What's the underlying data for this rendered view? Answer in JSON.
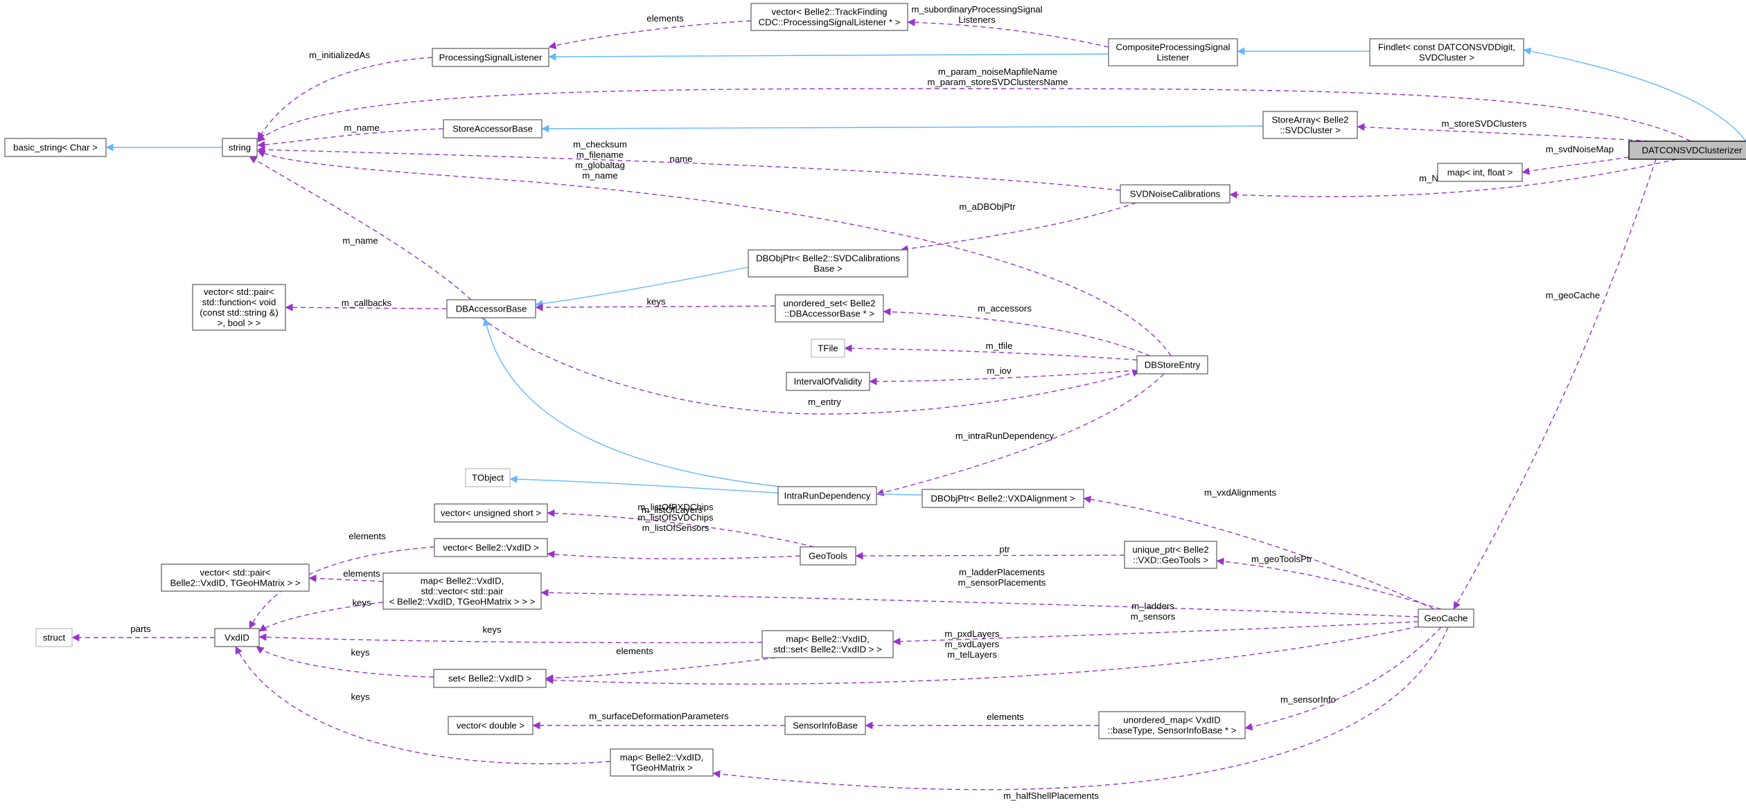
{
  "colors": {
    "inheritance_edge": "#63b8ff",
    "usage_edge": "#9a32cd",
    "root_fill": "#bfbfbf",
    "node_border": "#666666",
    "external_node_border": "#bfbfbf"
  },
  "nodes": [
    {
      "id": "datcon",
      "label": [
        "DATCONSVDClusterizer"
      ],
      "kind": "root"
    },
    {
      "id": "findlet",
      "label": [
        "Findlet< const DATCONSVDDigit,",
        "SVDCluster >"
      ]
    },
    {
      "id": "composite",
      "label": [
        "CompositeProcessingSignal",
        "Listener"
      ]
    },
    {
      "id": "vecsl",
      "label": [
        "vector< Belle2::TrackFinding",
        "CDC::ProcessingSignalListener * >"
      ]
    },
    {
      "id": "psl",
      "label": [
        "ProcessingSignalListener"
      ]
    },
    {
      "id": "basicstr",
      "label": [
        "basic_string< Char >"
      ]
    },
    {
      "id": "string",
      "label": [
        "string"
      ]
    },
    {
      "id": "sab",
      "label": [
        "StoreAccessorBase"
      ]
    },
    {
      "id": "storearr",
      "label": [
        "StoreArray< Belle2",
        "::SVDCluster >"
      ]
    },
    {
      "id": "mapif",
      "label": [
        "map< int, float >"
      ]
    },
    {
      "id": "svdnoise",
      "label": [
        "SVDNoiseCalibrations"
      ]
    },
    {
      "id": "dbobjcal",
      "label": [
        "DBObjPtr< Belle2::SVDCalibrations",
        "Base >"
      ]
    },
    {
      "id": "vecpair",
      "label": [
        "vector< std::pair<",
        "std::function< void",
        "(const std::string &)",
        ">, bool > >"
      ]
    },
    {
      "id": "dbab",
      "label": [
        "DBAccessorBase"
      ]
    },
    {
      "id": "uoset",
      "label": [
        "unordered_set< Belle2",
        "::DBAccessorBase * >"
      ]
    },
    {
      "id": "tfile",
      "label": [
        "TFile"
      ],
      "kind": "ext"
    },
    {
      "id": "dbse",
      "label": [
        "DBStoreEntry"
      ]
    },
    {
      "id": "iov",
      "label": [
        "IntervalOfValidity"
      ]
    },
    {
      "id": "tobject",
      "label": [
        "TObject"
      ],
      "kind": "ext"
    },
    {
      "id": "ird",
      "label": [
        "IntraRunDependency"
      ]
    },
    {
      "id": "dbobjvxd",
      "label": [
        "DBObjPtr< Belle2::VXDAlignment >"
      ]
    },
    {
      "id": "vecus",
      "label": [
        "vector< unsigned short >"
      ]
    },
    {
      "id": "vecvxd",
      "label": [
        "vector< Belle2::VxdID >"
      ]
    },
    {
      "id": "geotools",
      "label": [
        "GeoTools"
      ]
    },
    {
      "id": "uptr",
      "label": [
        "unique_ptr< Belle2",
        "::VXD::GeoTools >"
      ]
    },
    {
      "id": "vecpairvxd",
      "label": [
        "vector< std::pair<",
        "Belle2::VxdID, TGeoHMatrix > >"
      ]
    },
    {
      "id": "mapvecpair",
      "label": [
        "map< Belle2::VxdID,",
        "std::vector< std::pair",
        "< Belle2::VxdID, TGeoHMatrix > > >"
      ]
    },
    {
      "id": "struct",
      "label": [
        "struct"
      ],
      "kind": "ext"
    },
    {
      "id": "vxdid",
      "label": [
        "VxdID"
      ]
    },
    {
      "id": "mapset",
      "label": [
        "map< Belle2::VxdID,",
        "std::set< Belle2::VxdID > >"
      ]
    },
    {
      "id": "setvxd",
      "label": [
        "set< Belle2::VxdID >"
      ]
    },
    {
      "id": "geocache",
      "label": [
        "GeoCache"
      ]
    },
    {
      "id": "vecdbl",
      "label": [
        "vector< double >"
      ]
    },
    {
      "id": "sib",
      "label": [
        "SensorInfoBase"
      ]
    },
    {
      "id": "uomap",
      "label": [
        "unordered_map< VxdID",
        "::baseType, SensorInfoBase * >"
      ]
    },
    {
      "id": "mapgeo",
      "label": [
        "map< Belle2::VxdID,",
        "TGeoHMatrix >"
      ]
    }
  ],
  "edges": [
    {
      "from": "datcon",
      "to": "findlet",
      "type": "inheritance",
      "label": []
    },
    {
      "from": "findlet",
      "to": "composite",
      "type": "inheritance",
      "label": []
    },
    {
      "from": "composite",
      "to": "psl",
      "type": "inheritance",
      "label": []
    },
    {
      "from": "composite",
      "to": "vecsl",
      "type": "usage",
      "label": [
        "m_subordinaryProcessingSignal",
        "Listeners"
      ]
    },
    {
      "from": "vecsl",
      "to": "psl",
      "type": "usage",
      "label": [
        "elements"
      ]
    },
    {
      "from": "psl",
      "to": "string",
      "type": "usage",
      "label": [
        "m_initializedAs"
      ]
    },
    {
      "from": "string",
      "to": "basicstr",
      "type": "inheritance",
      "label": []
    },
    {
      "from": "datcon",
      "to": "string",
      "type": "usage",
      "label": [
        "m_param_noiseMapfileName",
        "m_param_storeSVDClustersName"
      ]
    },
    {
      "from": "sab",
      "to": "string",
      "type": "usage",
      "label": [
        "m_name"
      ]
    },
    {
      "from": "storearr",
      "to": "sab",
      "type": "inheritance",
      "label": []
    },
    {
      "from": "datcon",
      "to": "storearr",
      "type": "usage",
      "label": [
        "m_storeSVDClusters"
      ]
    },
    {
      "from": "datcon",
      "to": "mapif",
      "type": "usage",
      "label": [
        "m_svdNoiseMap"
      ]
    },
    {
      "from": "datcon",
      "to": "svdnoise",
      "type": "usage",
      "label": [
        "m_NoiseCal"
      ]
    },
    {
      "from": "svdnoise",
      "to": "string",
      "type": "usage",
      "label": [
        "name"
      ]
    },
    {
      "from": "dbse",
      "to": "string",
      "type": "usage",
      "label": [
        "m_checksum",
        "m_filename",
        "m_globaltag",
        "m_name"
      ]
    },
    {
      "from": "svdnoise",
      "to": "dbobjcal",
      "type": "usage",
      "label": [
        "m_aDBObjPtr"
      ]
    },
    {
      "from": "dbobjcal",
      "to": "dbab",
      "type": "inheritance",
      "label": []
    },
    {
      "from": "dbab",
      "to": "string",
      "type": "usage",
      "label": [
        "m_name"
      ]
    },
    {
      "from": "dbab",
      "to": "vecpair",
      "type": "usage",
      "label": [
        "m_callbacks"
      ]
    },
    {
      "from": "uoset",
      "to": "dbab",
      "type": "usage",
      "label": [
        "keys"
      ]
    },
    {
      "from": "dbse",
      "to": "uoset",
      "type": "usage",
      "label": [
        "m_accessors"
      ]
    },
    {
      "from": "dbse",
      "to": "tfile",
      "type": "usage",
      "label": [
        "m_tfile"
      ]
    },
    {
      "from": "dbse",
      "to": "iov",
      "type": "usage",
      "label": [
        "m_iov"
      ]
    },
    {
      "from": "dbab",
      "to": "dbse",
      "type": "usage",
      "label": [
        "m_entry"
      ]
    },
    {
      "from": "dbse",
      "to": "ird",
      "type": "usage",
      "label": [
        "m_intraRunDependency"
      ]
    },
    {
      "from": "ird",
      "to": "tobject",
      "type": "inheritance",
      "label": []
    },
    {
      "from": "dbobjvxd",
      "to": "dbab",
      "type": "inheritance",
      "label": []
    },
    {
      "from": "geocache",
      "to": "dbobjvxd",
      "type": "usage",
      "label": [
        "m_vxdAlignments"
      ]
    },
    {
      "from": "datcon",
      "to": "geocache",
      "type": "usage",
      "label": [
        "m_geoCache"
      ]
    },
    {
      "from": "geotools",
      "to": "vecus",
      "type": "usage",
      "label": [
        "m_listOfLayers"
      ]
    },
    {
      "from": "geotools",
      "to": "vecvxd",
      "type": "usage",
      "label": [
        "m_listOfPXDChips",
        "m_listOfSVDChips",
        "m_listOfSensors"
      ]
    },
    {
      "from": "uptr",
      "to": "geotools",
      "type": "usage",
      "label": [
        "ptr"
      ]
    },
    {
      "from": "geocache",
      "to": "uptr",
      "type": "usage",
      "label": [
        "m_geoToolsPtr"
      ]
    },
    {
      "from": "vecvxd",
      "to": "vxdid",
      "type": "usage",
      "label": [
        "elements"
      ]
    },
    {
      "from": "mapvecpair",
      "to": "vecpairvxd",
      "type": "usage",
      "label": [
        "elements"
      ]
    },
    {
      "from": "mapvecpair",
      "to": "vxdid",
      "type": "usage",
      "label": [
        "keys"
      ]
    },
    {
      "from": "geocache",
      "to": "mapvecpair",
      "type": "usage",
      "label": [
        "m_ladderPlacements",
        "m_sensorPlacements"
      ]
    },
    {
      "from": "vxdid",
      "to": "struct",
      "type": "usage",
      "label": [
        "parts"
      ]
    },
    {
      "from": "mapset",
      "to": "vxdid",
      "type": "usage",
      "label": [
        "keys"
      ]
    },
    {
      "from": "geocache",
      "to": "mapset",
      "type": "usage",
      "label": [
        "m_ladders",
        "m_sensors"
      ]
    },
    {
      "from": "mapset",
      "to": "setvxd",
      "type": "usage",
      "label": [
        "elements"
      ]
    },
    {
      "from": "setvxd",
      "to": "vxdid",
      "type": "usage",
      "label": [
        "keys"
      ]
    },
    {
      "from": "geocache",
      "to": "setvxd",
      "type": "usage",
      "label": [
        "m_pxdLayers",
        "m_svdLayers",
        "m_telLayers"
      ]
    },
    {
      "from": "mapgeo",
      "to": "vxdid",
      "type": "usage",
      "label": [
        "keys"
      ]
    },
    {
      "from": "sib",
      "to": "vecdbl",
      "type": "usage",
      "label": [
        "m_surfaceDeformationParameters"
      ]
    },
    {
      "from": "uomap",
      "to": "sib",
      "type": "usage",
      "label": [
        "elements"
      ]
    },
    {
      "from": "geocache",
      "to": "uomap",
      "type": "usage",
      "label": [
        "m_sensorInfo"
      ]
    },
    {
      "from": "geocache",
      "to": "mapgeo",
      "type": "usage",
      "label": [
        "m_halfShellPlacements"
      ]
    }
  ]
}
